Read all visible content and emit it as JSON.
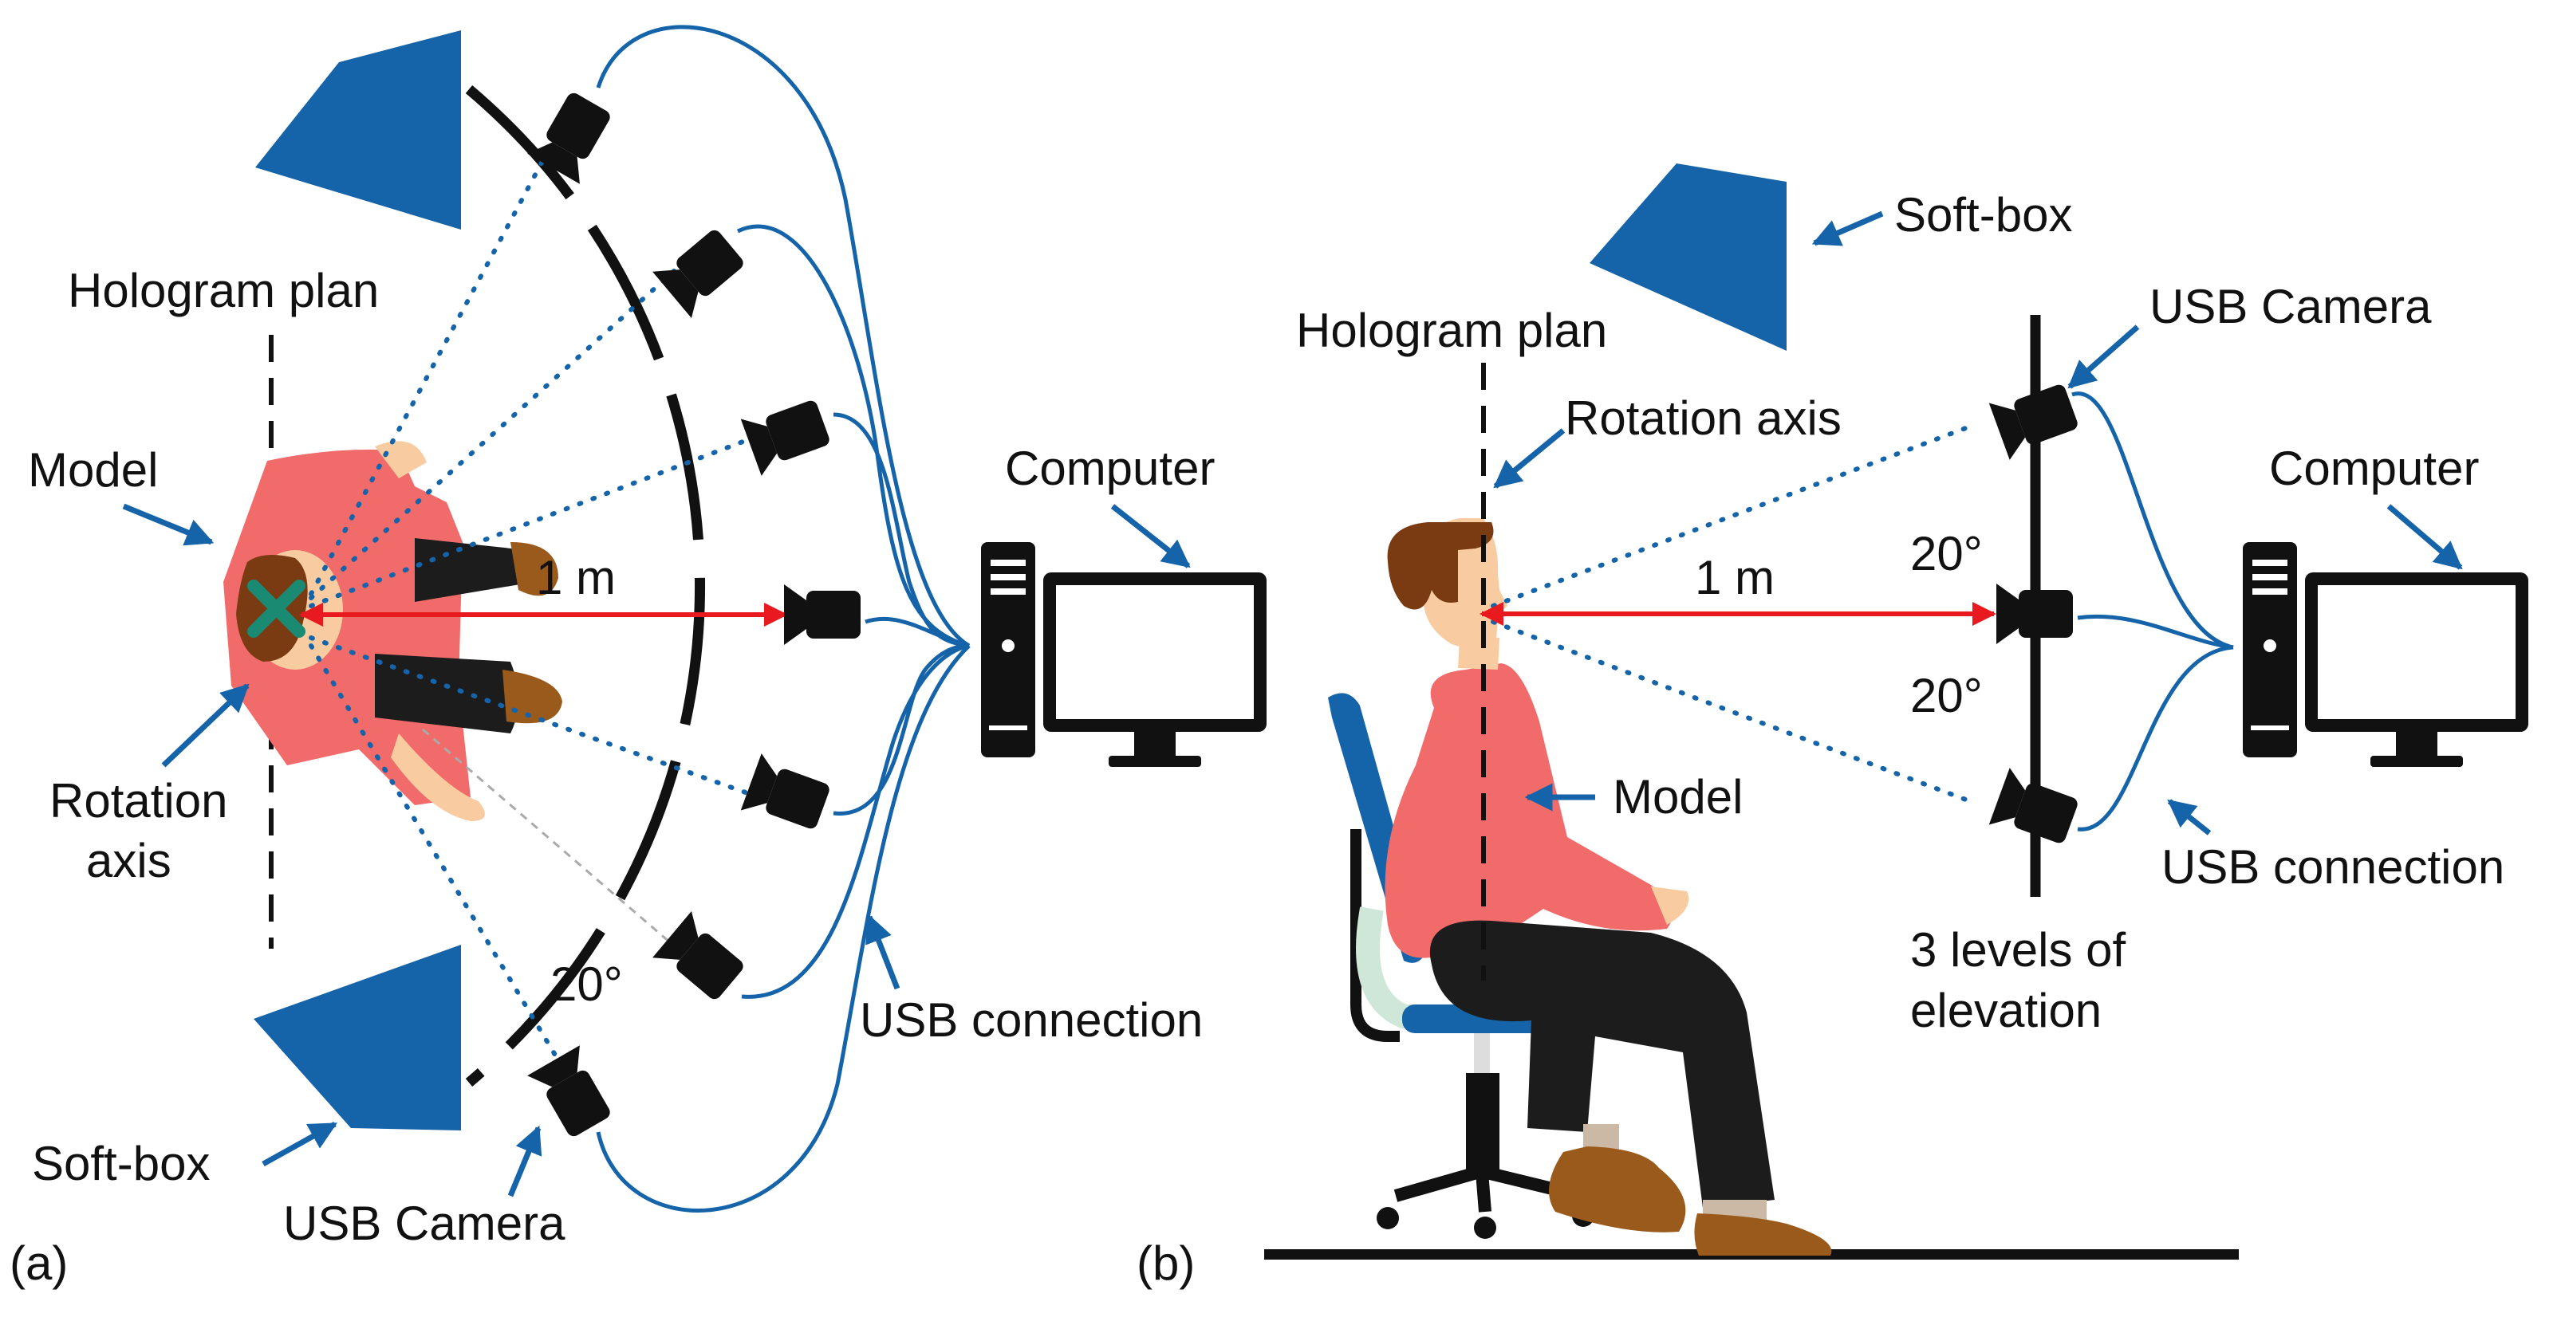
{
  "colors": {
    "accent_blue": "#1563a8",
    "measure_red": "#e8191f",
    "skin": "#f8cca0",
    "shirt": "#f26b6b",
    "hair": "#7a3b12",
    "trousers": "#1c1c1c",
    "shoes": "#9a5a1c",
    "marker_green": "#1a8a72",
    "ink": "#111111"
  },
  "panel_a": {
    "label": "(a)",
    "hologram_plan": "Hologram plan",
    "model": "Model",
    "rotation_axis_line1": "Rotation",
    "rotation_axis_line2": "axis",
    "distance": "1 m",
    "computer": "Computer",
    "angle": "20°",
    "usb_connection": "USB connection",
    "soft_box": "Soft-box",
    "usb_camera": "USB Camera"
  },
  "panel_b": {
    "label": "(b)",
    "soft_box": "Soft-box",
    "usb_camera": "USB Camera",
    "hologram_plan": "Hologram plan",
    "rotation_axis": "Rotation axis",
    "computer": "Computer",
    "distance": "1 m",
    "angle_upper": "20°",
    "angle_lower": "20°",
    "model": "Model",
    "usb_connection": "USB connection",
    "elevation_line1": "3 levels of",
    "elevation_line2": "elevation"
  },
  "icons": {
    "camera": "usb-camera-icon",
    "computer": "desktop-computer-icon",
    "softbox": "softbox-light-icon",
    "person_top": "person-top-view-icon",
    "person_seated": "seated-person-icon",
    "chair": "office-chair-icon"
  }
}
